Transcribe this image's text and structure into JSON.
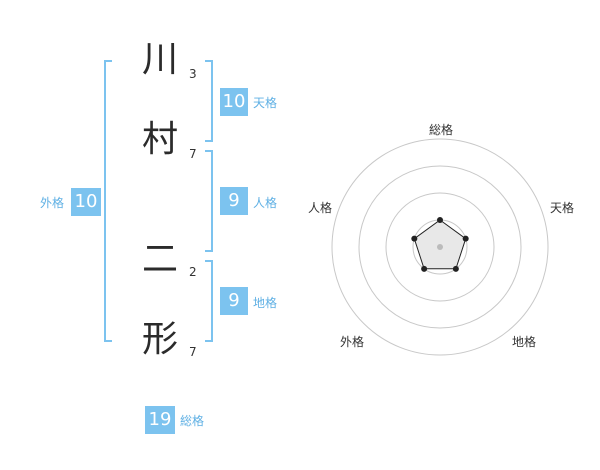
{
  "name": {
    "chars": [
      {
        "char": "川",
        "strokes": "3"
      },
      {
        "char": "村",
        "strokes": "7"
      },
      {
        "char": "二",
        "strokes": "2"
      },
      {
        "char": "形",
        "strokes": "7"
      }
    ]
  },
  "kaku": {
    "tenkaku": {
      "value": "10",
      "label": "天格"
    },
    "jinkaku": {
      "value": "9",
      "label": "人格"
    },
    "chikaku": {
      "value": "9",
      "label": "地格"
    },
    "gaikaku": {
      "value": "10",
      "label": "外格"
    },
    "soukaku": {
      "value": "19",
      "label": "総格"
    }
  },
  "radar": {
    "axes": [
      "総格",
      "天格",
      "地格",
      "外格",
      "人格"
    ],
    "rings": 4,
    "levels": {
      "総格": 1,
      "天格": 1,
      "地格": 1,
      "外格": 1,
      "人格": 1
    },
    "level_max": 4,
    "colors": {
      "ring": "#c8c8c8",
      "polygon_fill": "#e8e8e8",
      "polygon_stroke": "#222222",
      "center": "#bbbbbb"
    }
  }
}
